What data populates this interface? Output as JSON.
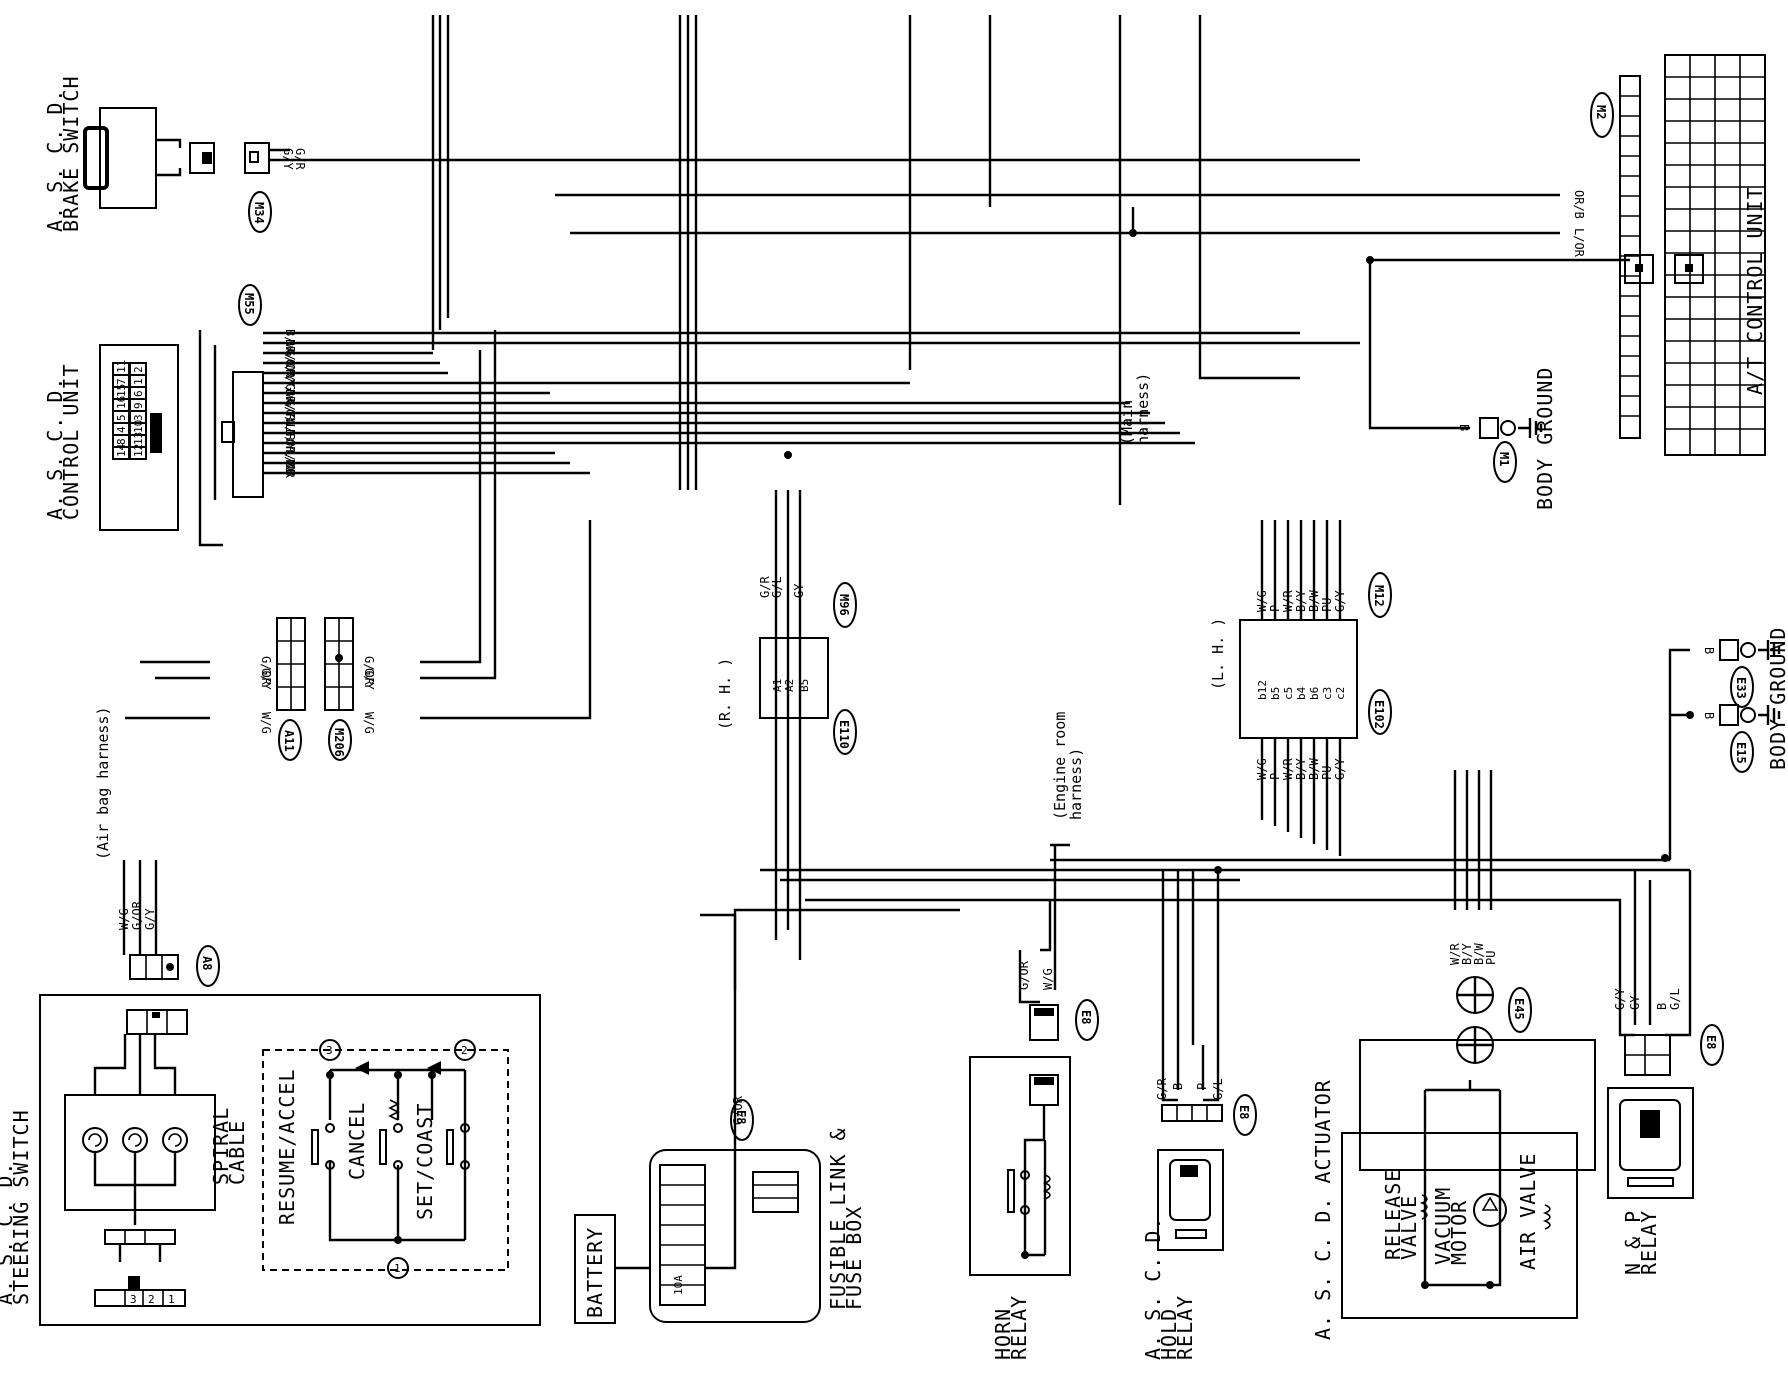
{
  "components": {
    "brake_switch": "A. S. C. D.\nBRAKE SWITCH",
    "control_unit": "A. S. C. D.\nCONTROL UNIT",
    "at_control_unit": "A/T CONTROL UNIT",
    "steering_switch": "A. S. C. D.\nSTEERING SWITCH",
    "spiral_cable": "SPIRAL\nCABLE",
    "resume_accel": "RESUME/ACCEL",
    "cancel": "CANCEL",
    "set_coast": "SET/COAST",
    "battery": "BATTERY",
    "fusible_link": "FUSIBLE LINK &\nFUSE BOX",
    "fuse_rating": "10A",
    "horn_relay": "HORN\nRELAY",
    "hold_relay": "A. S. C. D.\nHOLD\nRELAY",
    "actuator": "A. S. C. D. ACTUATOR",
    "release_valve": "RELEASE\nVALVE",
    "vacuum_motor": "VACUUM\nMOTOR",
    "air_valve": "AIR VALVE",
    "np_relay": "N & P\nRELAY",
    "body_ground": "BODY GROUND"
  },
  "harness_labels": {
    "main": "(Main\nharness)",
    "engine_room": "(Engine room\nharness)",
    "air_bag": "(Air bag harness)",
    "rh": "(R. H. )",
    "lh": "(L. H. )"
  },
  "connectors": [
    "M34",
    "M55",
    "M2",
    "M1",
    "A11",
    "M206",
    "M96",
    "E110",
    "M12",
    "E102",
    "E33",
    "E15",
    "A8",
    "E45",
    "E8"
  ],
  "cu_pins": [
    [
      "14",
      "8",
      "4",
      "5",
      "16",
      "15",
      "7",
      "11"
    ],
    [
      "12",
      "13",
      "10",
      "3",
      "9",
      "6",
      "1",
      "2"
    ]
  ],
  "wires": {
    "brake": [
      "G/R",
      "G/Y"
    ],
    "cu": [
      "B/W",
      "BR/W",
      "G/OR",
      "G/Y",
      "R/G",
      "Y/W",
      "BR/Y",
      "G/R",
      "G/L",
      "W/R",
      "B/Y",
      "OR/B",
      "L/OR",
      "PU",
      "B"
    ],
    "at": [
      "OR/B",
      "L/OR"
    ],
    "m1": "B",
    "a11": [
      "G/OR",
      "G/Y",
      "W/G"
    ],
    "m206": [
      "G/OR",
      "G/Y",
      "W/G"
    ],
    "rh": [
      "G/R",
      "G/L",
      "GY"
    ],
    "rh_pins": [
      "A1",
      "A2",
      "B5"
    ],
    "lh": [
      "W/G",
      "P",
      "W/R",
      "B/Y",
      "B/W",
      "PU",
      "G/Y"
    ],
    "lh_pins": [
      "b12",
      "b5",
      "c5",
      "b4",
      "b6",
      "c3",
      "c2"
    ],
    "a8": [
      "W/G",
      "G/OR",
      "G/Y"
    ],
    "horn": [
      "G/OR",
      "W/G"
    ],
    "fuse": "G/OR",
    "hold": [
      "G/R",
      "B",
      "P",
      "G/L"
    ],
    "actuator": [
      "W/R",
      "B/Y",
      "B/W",
      "PU"
    ],
    "np": [
      "G/Y",
      "GY",
      "B",
      "G/L"
    ],
    "ground": "B"
  },
  "switch_nodes": [
    "1",
    "2",
    "3"
  ],
  "steering_pins": [
    "3",
    "2",
    "1"
  ],
  "colors": {
    "line": "#000000",
    "background": "#ffffff"
  }
}
